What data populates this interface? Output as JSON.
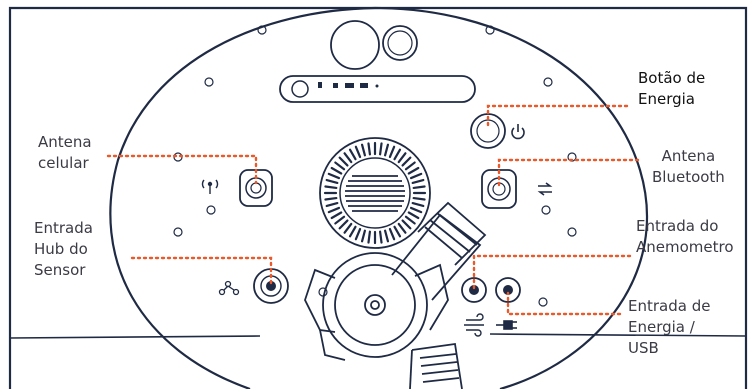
{
  "labels": {
    "antena_celular": [
      "Antena",
      "celular"
    ],
    "entrada_hub": [
      "Entrada",
      "Hub do",
      "Sensor"
    ],
    "botao_energia": [
      "Botão de",
      "Energia"
    ],
    "antena_bluetooth": [
      "Antena",
      "Bluetooth"
    ],
    "entrada_anemometro": [
      "Entrada do",
      "Anemometro"
    ],
    "entrada_energia": [
      "Entrada de",
      "Energia /",
      "USB"
    ]
  },
  "colors": {
    "outline": "#1f2a44",
    "leader": "#e85a2c",
    "label_text": "#3b3b45",
    "black_text": "#111111"
  },
  "icons": [
    "cellular-antenna-icon",
    "power-icon",
    "bluetooth-transfer-icon",
    "sensor-hub-icon",
    "wind-icon",
    "power-plug-icon"
  ]
}
